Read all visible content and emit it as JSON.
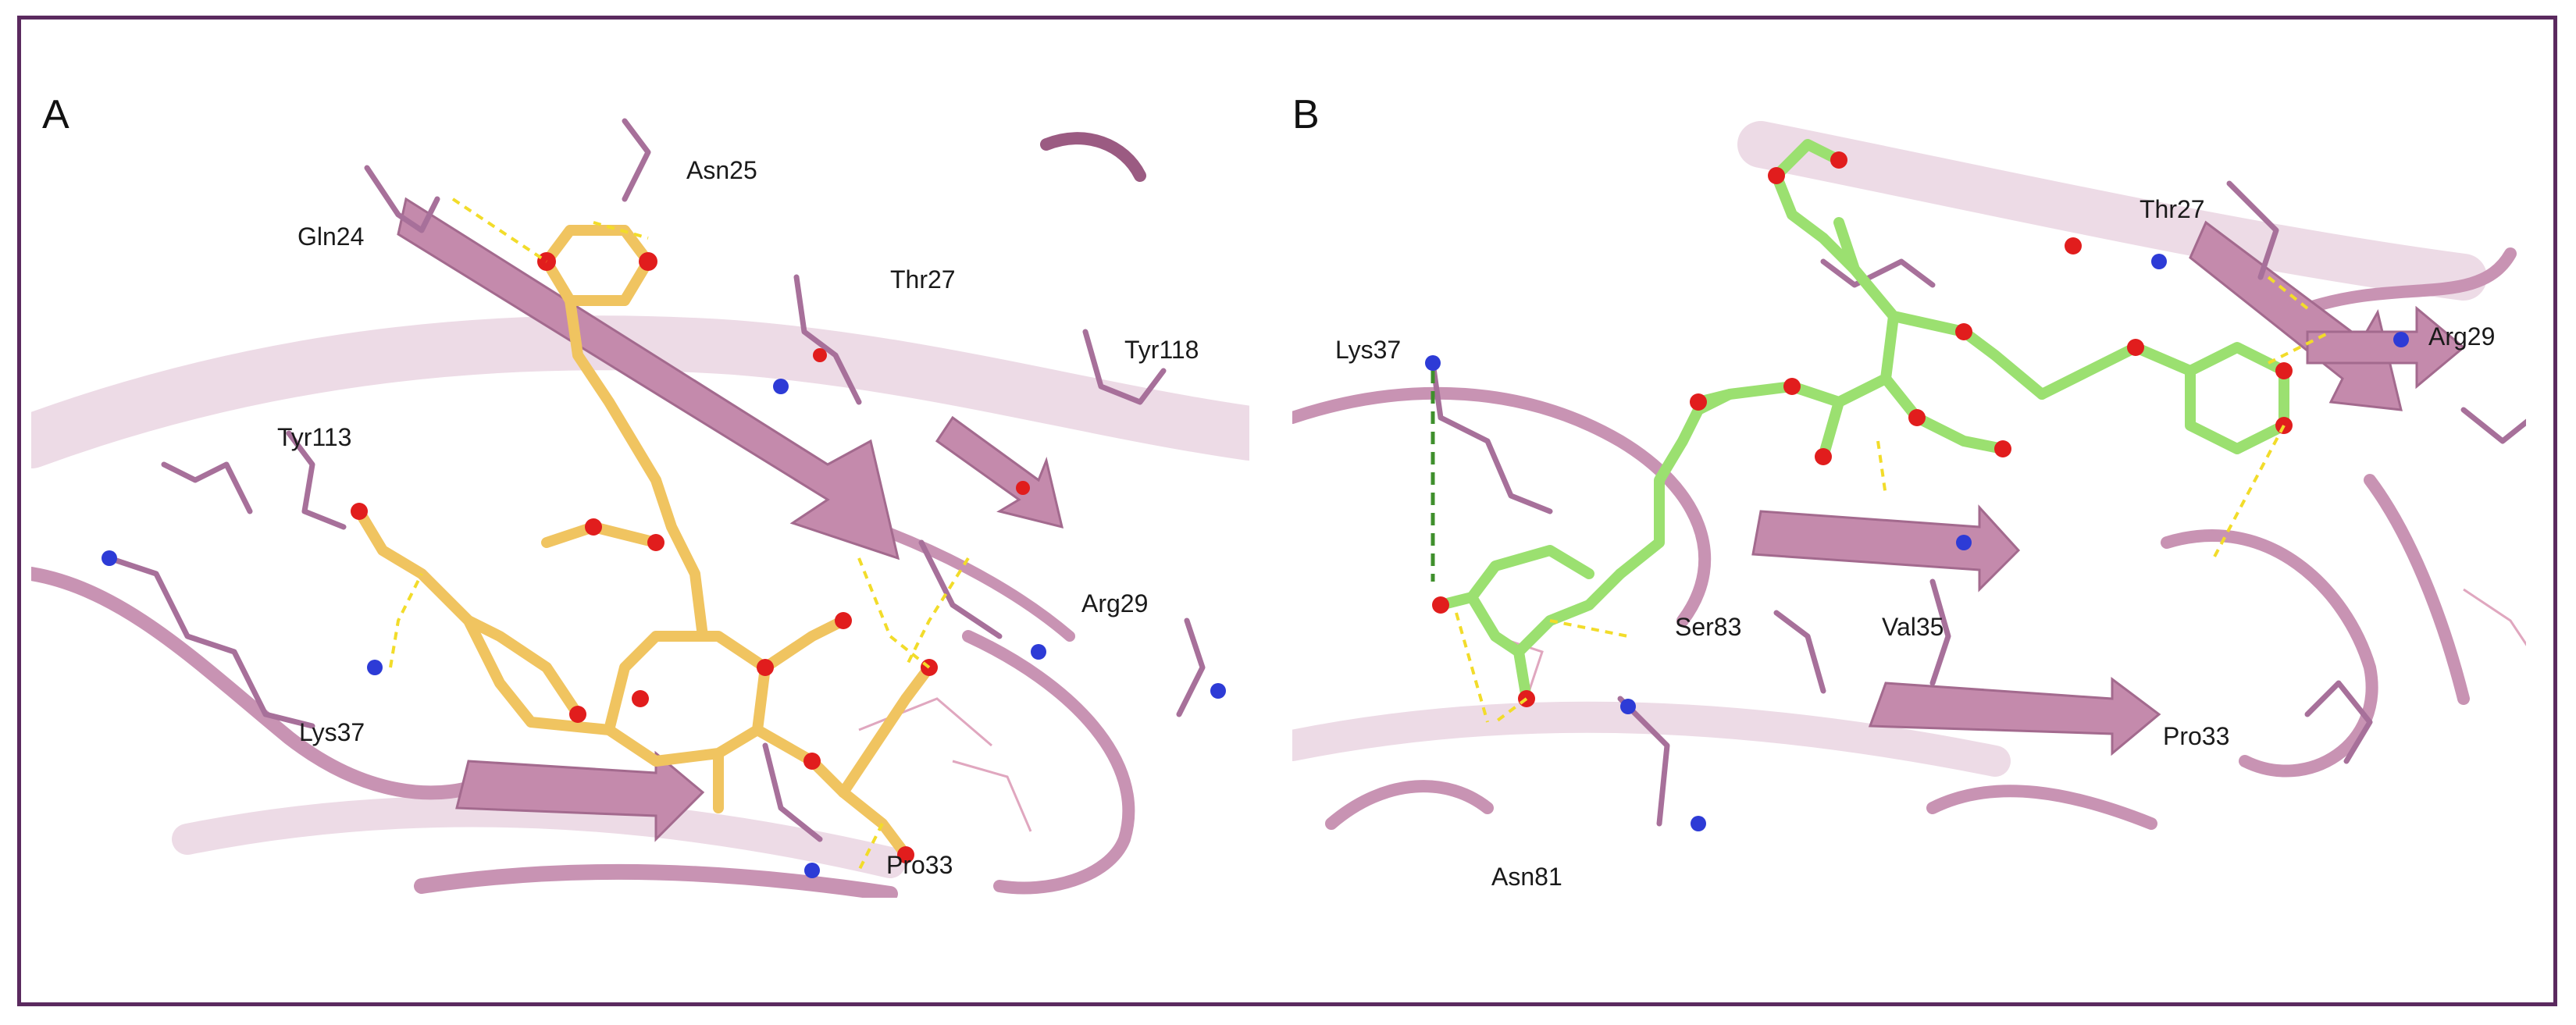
{
  "panel_a": {
    "letter": "A",
    "residues": {
      "gln24": "Gln24",
      "asn25": "Asn25",
      "thr27": "Thr27",
      "tyr118": "Tyr118",
      "tyr113": "Tyr113",
      "arg29": "Arg29",
      "lys37": "Lys37",
      "pro33": "Pro33"
    },
    "ligand_color": "#f0c460"
  },
  "panel_b": {
    "letter": "B",
    "residues": {
      "thr27": "Thr27",
      "arg29": "Arg29",
      "lys37": "Lys37",
      "ser83": "Ser83",
      "val35": "Val35",
      "pro33": "Pro33",
      "asn81": "Asn81"
    },
    "ligand_color": "#9be070"
  },
  "colors": {
    "frame": "#5b2a5f",
    "protein": "#b47a9e",
    "protein_light": "#dcb9cf",
    "oxygen": "#e11d1d",
    "nitrogen": "#2d3bd6",
    "hbond": "#f2dc2a",
    "cation_pi": "#3f8f2c"
  }
}
